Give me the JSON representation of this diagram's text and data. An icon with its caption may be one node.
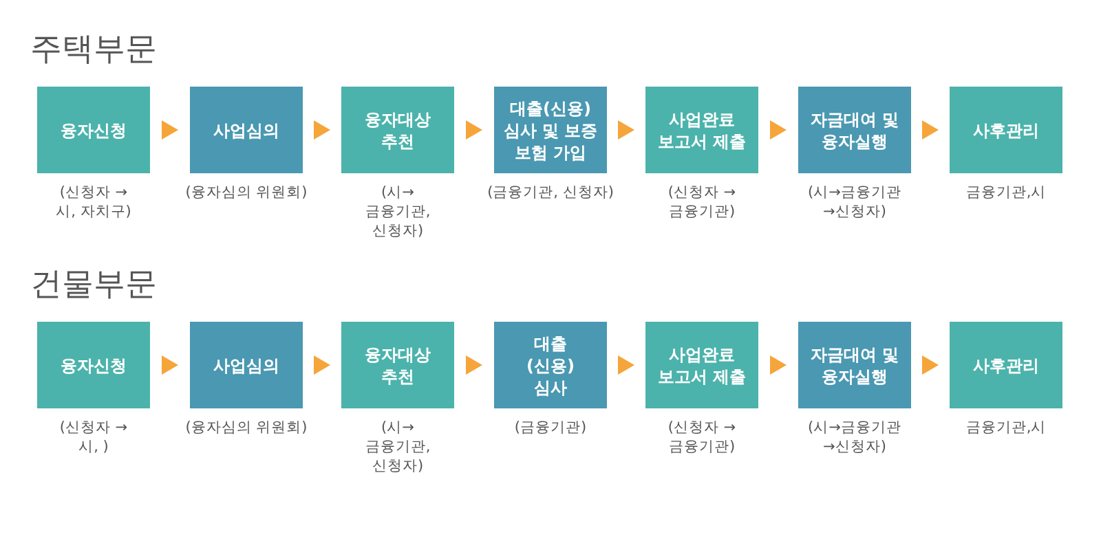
{
  "diagram": {
    "nodes": [
      {
        "text": [
          "융자신청"
        ],
        "beside": [
          "(신청자 → 시, 자치구)"
        ]
      },
      {
        "text": [
          "사업심의"
        ],
        "beside": [
          "(융자심의 위원회)"
        ]
      },
      {
        "text": [
          "융자대상 추천"
        ],
        "beside": [
          "(시→ 금융기관,신청자)"
        ]
      },
      {
        "text": [
          "대출(신용) 심사 및 보증 보험 가입"
        ],
        "beside": [
          "(금융기관, 신청자)"
        ]
      },
      {
        "text": [
          "사업완료 보고서 제출"
        ],
        "beside": [
          "(신청자 → 금융기관)"
        ]
      },
      {
        "text": [
          "자금대여 및 융자실행"
        ],
        "beside": [
          "(시→금융기관 →신청자)"
        ]
      },
      {
        "text": [
          "사후관리"
        ],
        "beside": [
          "금융기관,시"
        ]
      },
      {
        "text": [
          "융자신청"
        ],
        "beside": [
          "(신청자 → 시, )"
        ]
      },
      {
        "text": [
          "사업심의"
        ],
        "beside": [
          "(융자심의 위원회)"
        ]
      },
      {
        "text": [
          "융자대상 추천"
        ],
        "beside": [
          "(시→ 금융기관,신청자)"
        ]
      },
      {
        "text": [
          "대출 (신용)심사"
        ],
        "beside": [
          "(금융기관)"
        ]
      },
      {
        "text": [
          "사업완료 보고서 제출"
        ],
        "beside": [
          "(신청자 → 금융기관)"
        ]
      },
      {
        "text": [
          "자금대여 및 융자실행"
        ],
        "beside": [
          "(시→금융기관 →신청자)"
        ]
      },
      {
        "text": [
          "사후관리"
        ],
        "beside": [
          "금융기관,시"
        ]
      }
    ],
    "edges": [
      {
        "from": 0,
        "to": 1,
        "arrow": "to"
      },
      {
        "from": 1,
        "to": 2,
        "arrow": "to"
      },
      {
        "from": 2,
        "to": 3,
        "arrow": "to"
      },
      {
        "from": 3,
        "to": 4,
        "arrow": "to"
      },
      {
        "from": 4,
        "to": 5,
        "arrow": "to"
      },
      {
        "from": 5,
        "to": 6,
        "arrow": "to"
      },
      {
        "from": 7,
        "to": 8,
        "arrow": "to"
      },
      {
        "from": 8,
        "to": 9,
        "arrow": "to"
      },
      {
        "from": 9,
        "to": 10,
        "arrow": "to"
      },
      {
        "from": 10,
        "to": 11,
        "arrow": "to"
      },
      {
        "from": 11,
        "to": 12,
        "arrow": "to"
      },
      {
        "from": 12,
        "to": 13,
        "arrow": "to"
      }
    ],
    "labels": [
      "주택부문",
      "건물부문"
    ]
  }
}
